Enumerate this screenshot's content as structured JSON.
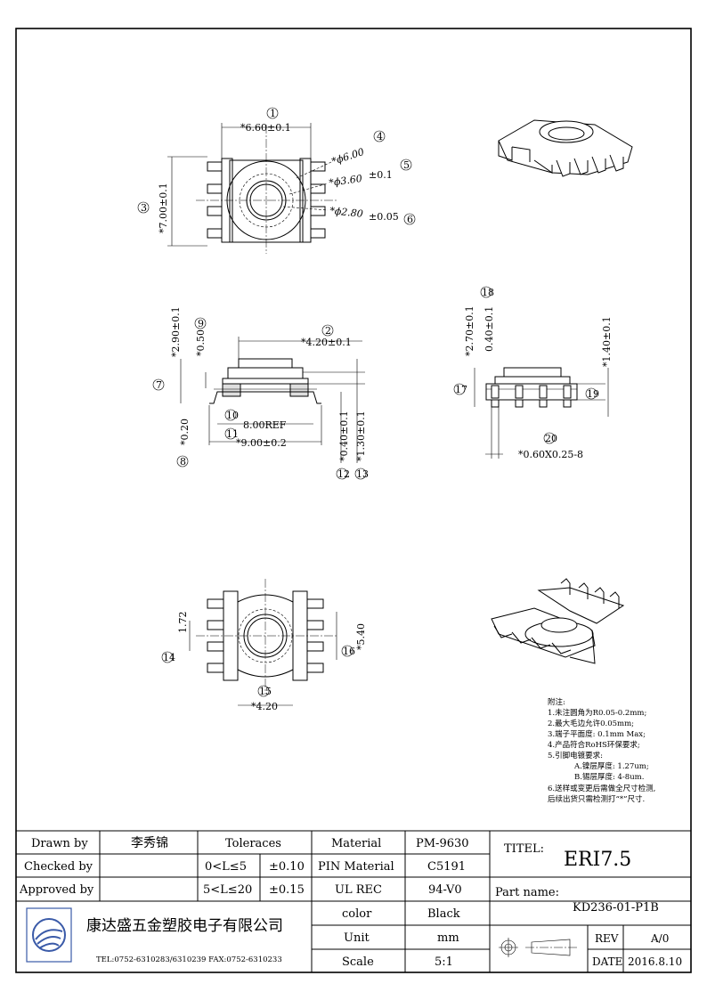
{
  "drawing": {
    "top_view": {
      "dim_width": "*6.60±0.1",
      "dim_height": "*7.00±0.1",
      "dim_dia_outer": "*ϕ6.00",
      "dim_dia_mid": "*ϕ3.60",
      "dim_dia_mid_tol": "±0.1",
      "dim_dia_inner": "*ϕ2.80",
      "dim_dia_inner_tol": "±0.05"
    },
    "front_view": {
      "dim_top_width": "*4.20±0.1",
      "dim_height": "*2.90±0.1",
      "dim_flange": "*0.50",
      "dim_standoff": "*0.20",
      "dim_ref": "8.00REF",
      "dim_span": "*9.00±0.2",
      "dim_pin_thk": "*0.40±0.1",
      "dim_total": "*1.30±0.1"
    },
    "side_view": {
      "dim_height": "*2.70±0.1",
      "dim_flange": "0.40±0.1",
      "dim_right": "*1.40±0.1",
      "dim_pin": "*0.60X0.25-8"
    },
    "bottom_view": {
      "dim_pitch": "1.72",
      "dim_height": "*5.40",
      "dim_width": "*4.20"
    },
    "balloons": [
      "1",
      "2",
      "3",
      "4",
      "5",
      "6",
      "7",
      "8",
      "9",
      "10",
      "11",
      "12",
      "13",
      "14",
      "15",
      "16",
      "17",
      "18",
      "19",
      "20"
    ]
  },
  "notes": {
    "title": "附注:",
    "lines": [
      "1.未注圆角为R0.05-0.2mm;",
      "2.最大毛边允许0.05mm;",
      "3.端子平面度: 0.1mm Max;",
      "4.产品符合RoHS环保要求;",
      "5.引脚电镀要求:",
      "A.镍层厚度: 1.27um;",
      "B.锡层厚度: 4-8um.",
      "6.送样或变更后需做全尺寸检测,",
      "后续出货只需检测打“*”尺寸."
    ]
  },
  "title_block": {
    "drawn_by_label": "Drawn by",
    "drawn_by": "李秀锦",
    "checked_by_label": "Checked by",
    "approved_by_label": "Approved by",
    "tolerances_label": "Toleraces",
    "tol_range_1": "0<L≤5",
    "tol_value_1": "±0.10",
    "tol_range_2": "5<L≤20",
    "tol_value_2": "±0.15",
    "company": "康达盛五金塑胶电子有限公司",
    "contact": "TEL:0752-6310283/6310239  FAX:0752-6310233",
    "material_label": "Material",
    "material": "PM-9630",
    "pin_material_label": "PIN Material",
    "pin_material": "C5191",
    "ul_label": "UL  REC",
    "ul": "94-V0",
    "color_label": "color",
    "color": "Black",
    "unit_label": "Unit",
    "unit": "mm",
    "scale_label": "Scale",
    "scale": "5:1",
    "title_label": "TITEL:",
    "title": "ERI7.5",
    "part_name_label": "Part name:",
    "part_name": "KD236-01-P1B",
    "rev_label": "REV",
    "rev": "A/0",
    "date_label": "DATE",
    "date": "2016.8.10"
  },
  "colors": {
    "line": "#000000",
    "paper": "#ffffff",
    "logo": "#3a5aa8"
  }
}
